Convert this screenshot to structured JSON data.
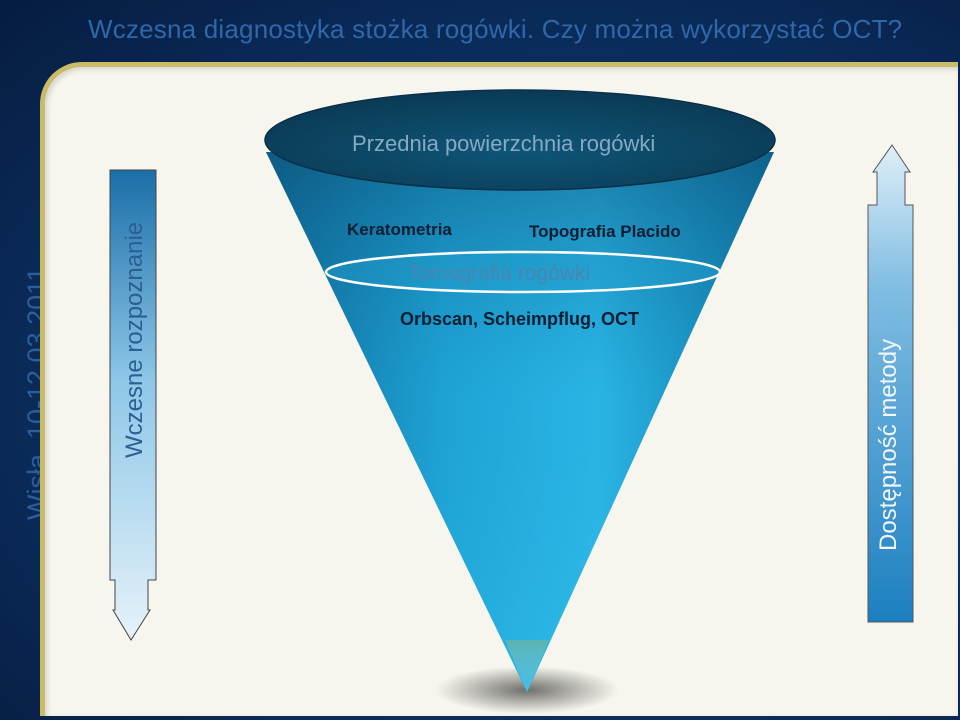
{
  "slide": {
    "title": "Wczesna diagnostyka stożka rogówki. Czy można wykorzystać OCT?",
    "side_text": "Wisła, 10-12.03.2011"
  },
  "left_arrow": {
    "label": "Wczesne rozpoznanie",
    "direction": "down"
  },
  "right_arrow": {
    "label": "Dostępność metody",
    "direction": "up"
  },
  "funnel": {
    "top_label": "Przednia powierzchnia rogówki",
    "row1_left": "Keratometria",
    "row1_right": "Topografia Placido",
    "ellipse_label": "Tomografia rogówki",
    "row3": "Orbscan, Scheimpflug, OCT"
  },
  "colors": {
    "background": "#0d3468",
    "panel": "#f7f6ee",
    "panel_border": "#c9bb67",
    "funnel_top": "#0d4763",
    "funnel_body": "#1fa4d6",
    "right_arrow_fill": "#2a8ec9"
  }
}
